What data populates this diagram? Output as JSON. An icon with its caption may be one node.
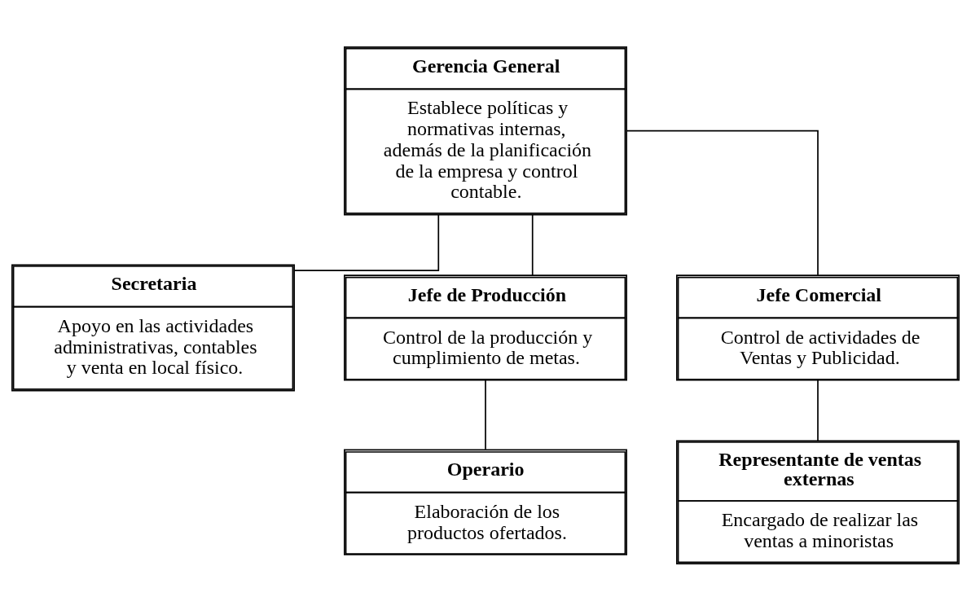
{
  "diagram": {
    "nodes": [
      {
        "text": [
          "Gerencia General",
          "Establece políticas y normativas internas, además de la planificación de la empresa y control contable."
        ]
      },
      {
        "text": [
          "Secretaria",
          "Apoyo en las actividades administrativas, contables y venta en local físico."
        ]
      },
      {
        "text": [
          "Jefe de Producción",
          "Control de la producción y cumplimiento de metas."
        ]
      },
      {
        "text": [
          "Jefe Comercial",
          "Control de actividades de Ventas y Publicidad."
        ]
      },
      {
        "text": [
          "Operario",
          "Elaboración de los productos ofertados."
        ]
      },
      {
        "text": [
          "Representante de ventas externas",
          "Encargado de realizar las ventas a minoristas"
        ]
      }
    ],
    "edges": [
      {
        "from": 0,
        "to": 2,
        "arrow": "none"
      },
      {
        "from": 0,
        "to": 3,
        "arrow": "none"
      },
      {
        "from": 0,
        "to": 1,
        "arrow": "none"
      },
      {
        "from": 2,
        "to": 4,
        "arrow": "none"
      },
      {
        "from": 3,
        "to": 5,
        "arrow": "none"
      }
    ]
  }
}
